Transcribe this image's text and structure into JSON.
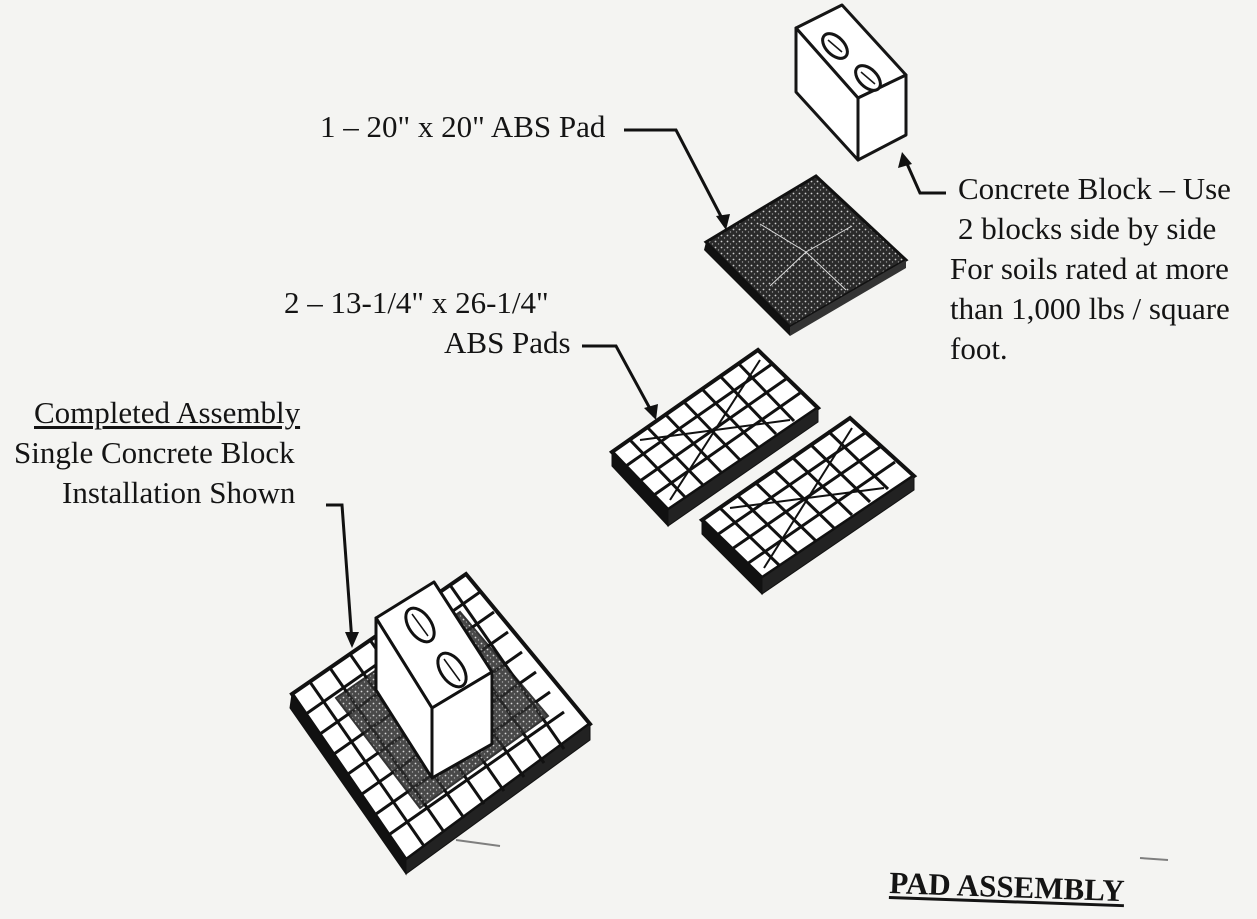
{
  "labels": {
    "abs_pad_single": "1 – 20\" x 20\" ABS Pad",
    "abs_pads_pair_line1": "2 – 13-1/4\" x 26-1/4\"",
    "abs_pads_pair_line2": "ABS Pads",
    "concrete_block_line1": "Concrete Block – Use",
    "concrete_block_line2": "2 blocks side by side",
    "concrete_block_line3": "For soils rated at more",
    "concrete_block_line4": "than 1,000 lbs / square",
    "concrete_block_line5": "foot.",
    "completed_line1": "Completed Assembly",
    "completed_line2": "Single Concrete Block",
    "completed_line3": "Installation Shown",
    "title": "PAD ASSEMBLY"
  },
  "colors": {
    "ink": "#141414",
    "paper": "#f4f4f2"
  }
}
